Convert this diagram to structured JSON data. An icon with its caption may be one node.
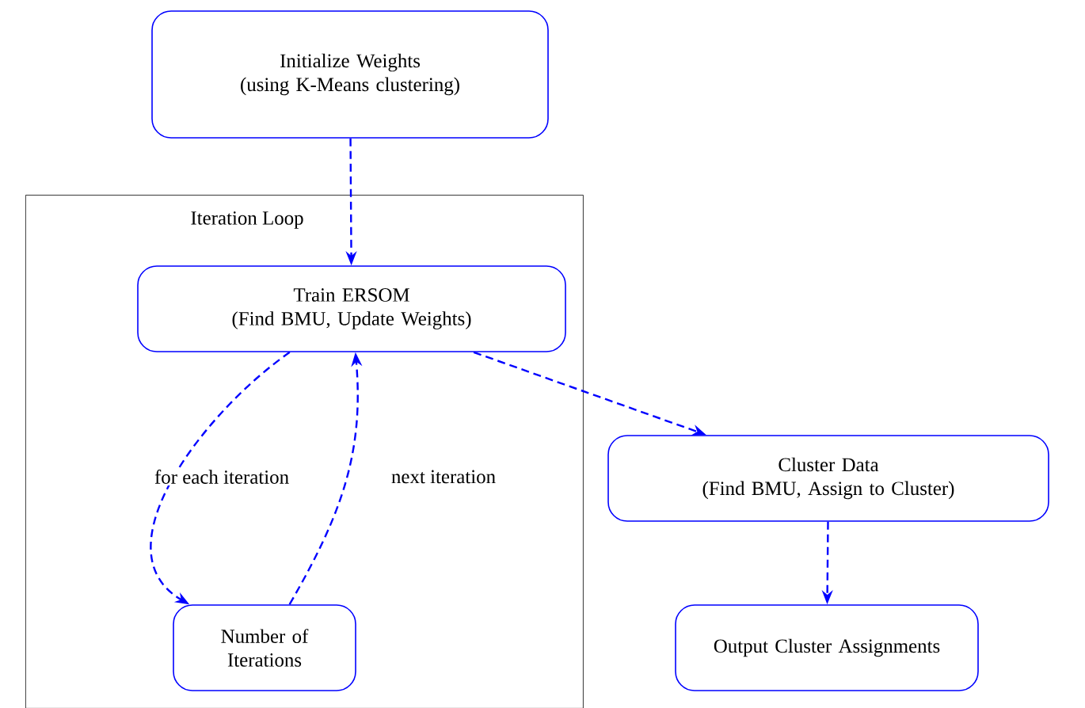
{
  "diagram": {
    "nodes": [
      {
        "text": [
          "Initialize Weights",
          "(using K-Means clustering)"
        ]
      },
      {
        "text": [
          "Iteration Loop"
        ]
      },
      {
        "text": [
          "Train ERSOM",
          "(Find BMU, Update Weights)"
        ],
        "in": 1
      },
      {
        "text": [
          "Number of Iterations"
        ],
        "in": 1
      },
      {
        "text": [
          "Cluster Data",
          "(Find BMU, Assign to Cluster)"
        ]
      },
      {
        "text": [
          "Output Cluster Assignments"
        ]
      }
    ],
    "edges": [
      {
        "from": 0,
        "to": 2,
        "arrow": "to",
        "style": "dashed"
      },
      {
        "from": 2,
        "to": 3,
        "arrow": "to",
        "style": "dashed",
        "label": "for each iteration"
      },
      {
        "from": 3,
        "to": 2,
        "arrow": "to",
        "style": "dashed",
        "label": "next iteration"
      },
      {
        "from": 2,
        "to": 4,
        "arrow": "to",
        "style": "dashed"
      },
      {
        "from": 4,
        "to": 5,
        "arrow": "to",
        "style": "dashed"
      }
    ]
  }
}
